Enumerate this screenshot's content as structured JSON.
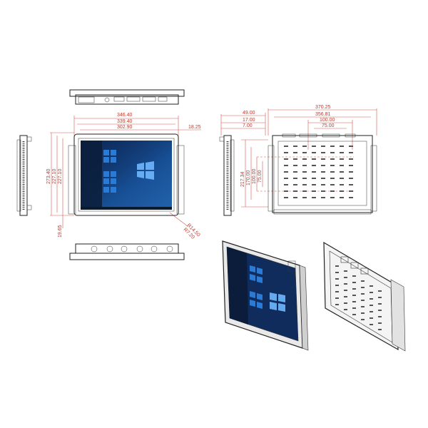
{
  "colors": {
    "dimension": "#c0392b",
    "outline": "#222222",
    "screen_blue": "#1b5fb0",
    "screen_dark": "#0b1d3a",
    "tile_blue": "#2a7bd6"
  },
  "dimensions": {
    "front_width_outer": "346.40",
    "front_width_mid": "339.40",
    "front_width_screen": "302.90",
    "front_right_offset": "18.25",
    "front_height_outer": "273.40",
    "front_height_mid": "227.10",
    "front_height_screen": "227.10",
    "front_bottom_offset": "19.65",
    "corner_r1": "R14.50",
    "corner_r2": "R7.20",
    "side_depth_1": "49.00",
    "side_depth_2": "17.00",
    "side_depth_3": "7.00",
    "back_width_outer": "370.25",
    "back_width_mid": "356.81",
    "back_vesa_100": "100.00",
    "back_vesa_75": "75.00",
    "back_height_1": "217.34",
    "back_height_2": "170.00",
    "back_height_3": "100.00",
    "back_height_4": "75.00"
  },
  "icons": {
    "windows_logo": "windows-logo-icon"
  }
}
